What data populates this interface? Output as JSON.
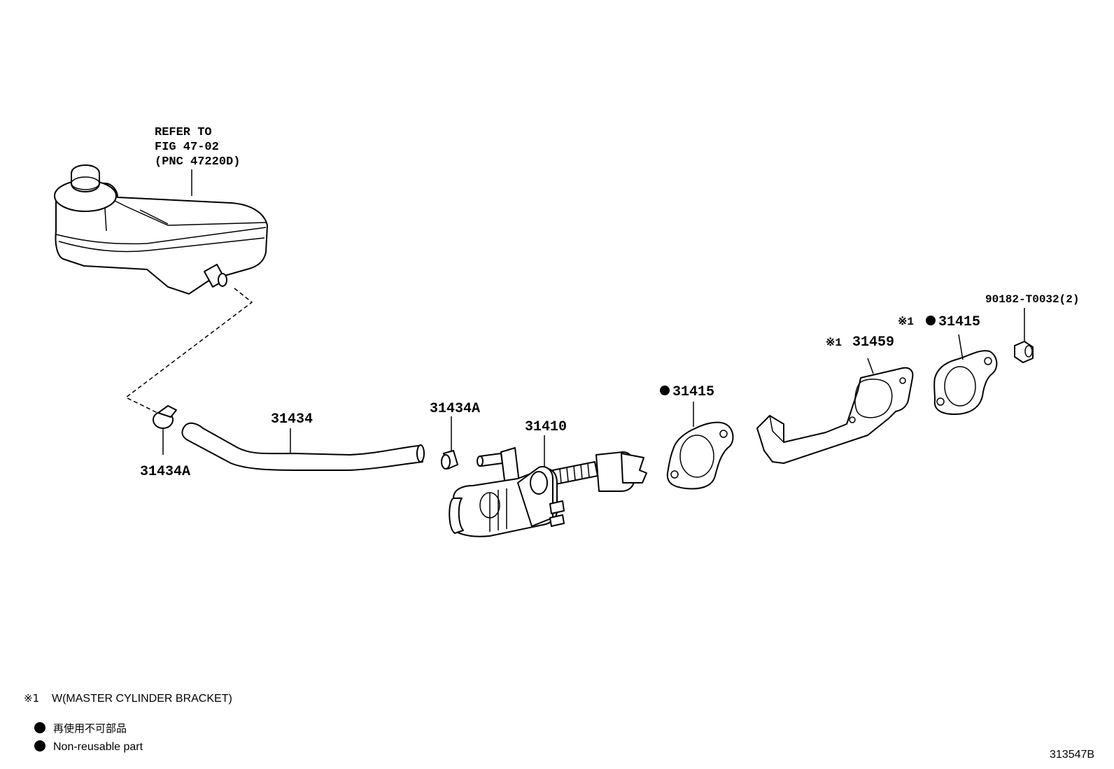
{
  "reference_note": {
    "line1": "REFER TO",
    "line2": "FIG 47-02",
    "line3": "(PNC 47220D)"
  },
  "callouts": {
    "clamp_left": "31434A",
    "hose": "31434",
    "clamp_right": "31434A",
    "master_cylinder": "31410",
    "gasket_left": "31415",
    "bracket": "31459",
    "bracket_note_mark": "※1",
    "gasket_right": "31415",
    "gasket_right_note_mark": "※1",
    "nut": "90182-T0032(2)"
  },
  "legend": {
    "note1_mark": "※1",
    "note1_text": "W(MASTER CYLINDER BRACKET)",
    "nonreusable_jp": "再使用不可部品",
    "nonreusable_en": "Non-reusable part"
  },
  "figure_id": "313547B",
  "colors": {
    "ink": "#000000",
    "paper": "#ffffff"
  }
}
